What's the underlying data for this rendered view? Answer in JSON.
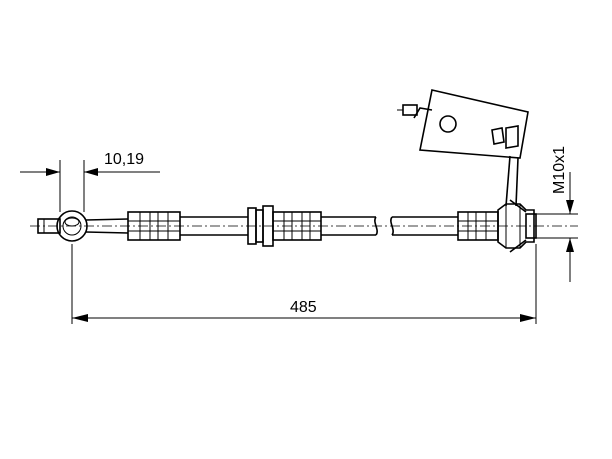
{
  "dimensions": {
    "eye_diameter": "10,19",
    "overall_length": "485",
    "thread": "M10x1"
  },
  "colors": {
    "line": "#000000",
    "background": "#ffffff"
  }
}
